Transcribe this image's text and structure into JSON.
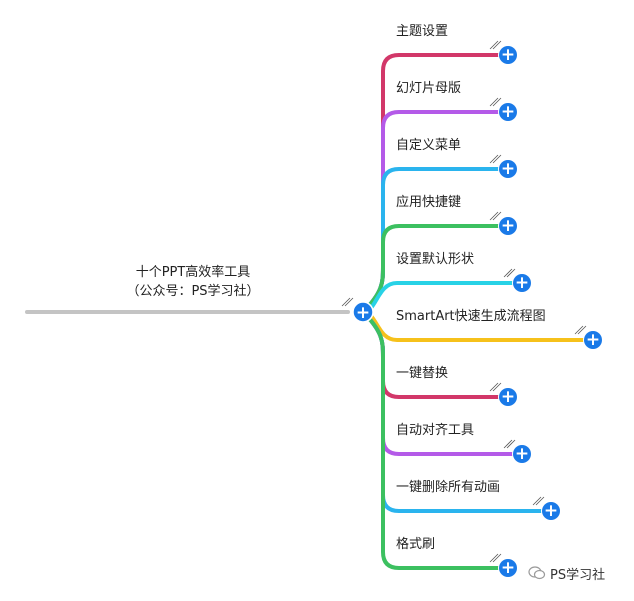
{
  "root": {
    "title_line1": "十个PPT高效率工具",
    "title_line2": "（公众号：PS学习社）",
    "line_color": "#c4c4c4"
  },
  "branches": [
    {
      "label": "主题设置",
      "color": "#d23769"
    },
    {
      "label": "幻灯片母版",
      "color": "#b45ae8"
    },
    {
      "label": "自定义菜单",
      "color": "#2ab4ee"
    },
    {
      "label": "应用快捷键",
      "color": "#3cc060"
    },
    {
      "label": "设置默认形状",
      "color": "#28d2e6"
    },
    {
      "label": "SmartArt快速生成流程图",
      "color": "#f6c11b"
    },
    {
      "label": "一键替换",
      "color": "#d23769"
    },
    {
      "label": "自动对齐工具",
      "color": "#b45ae8"
    },
    {
      "label": "一键删除所有动画",
      "color": "#2ab4ee"
    },
    {
      "label": "格式刷",
      "color": "#3cc060"
    }
  ],
  "expand_symbol": "+",
  "accent_color": "#1a7ae8",
  "watermark": {
    "text": "PS学习社",
    "icon": "wechat-icon"
  }
}
